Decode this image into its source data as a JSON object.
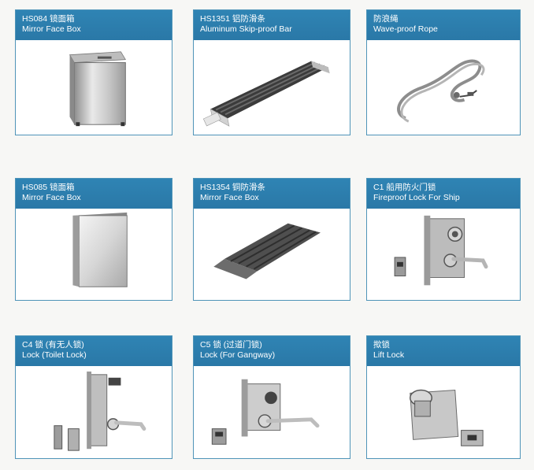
{
  "products": [
    {
      "code": "HS084 镜面箱",
      "name": "Mirror Face Box",
      "icon": "mirror-face-box"
    },
    {
      "code": "HS1351 铝防滑条",
      "name": "Aluminum Skip-proof Bar",
      "icon": "aluminum-skip-proof-bar"
    },
    {
      "code": "防浪绳",
      "name": "Wave-proof Rope",
      "icon": "wave-proof-rope"
    },
    {
      "code": "HS085 镜面箱",
      "name": "Mirror Face Box",
      "icon": "mirror-face-box"
    },
    {
      "code": "HS1354 铜防滑条",
      "name": "Mirror Face Box",
      "icon": "copper-skip-proof-bar"
    },
    {
      "code": "C1 船用防火门锁",
      "name": "Fireproof Lock For Ship",
      "icon": "fireproof-lock"
    },
    {
      "code": "C4 锁 (有无人锁)",
      "name": "Lock (Toilet Lock)",
      "icon": "toilet-lock"
    },
    {
      "code": "C5 锁 (过道门锁)",
      "name": "Lock (For Gangway)",
      "icon": "gangway-lock"
    },
    {
      "code": "揿锁",
      "name": "Lift Lock",
      "icon": "lift-lock"
    }
  ]
}
